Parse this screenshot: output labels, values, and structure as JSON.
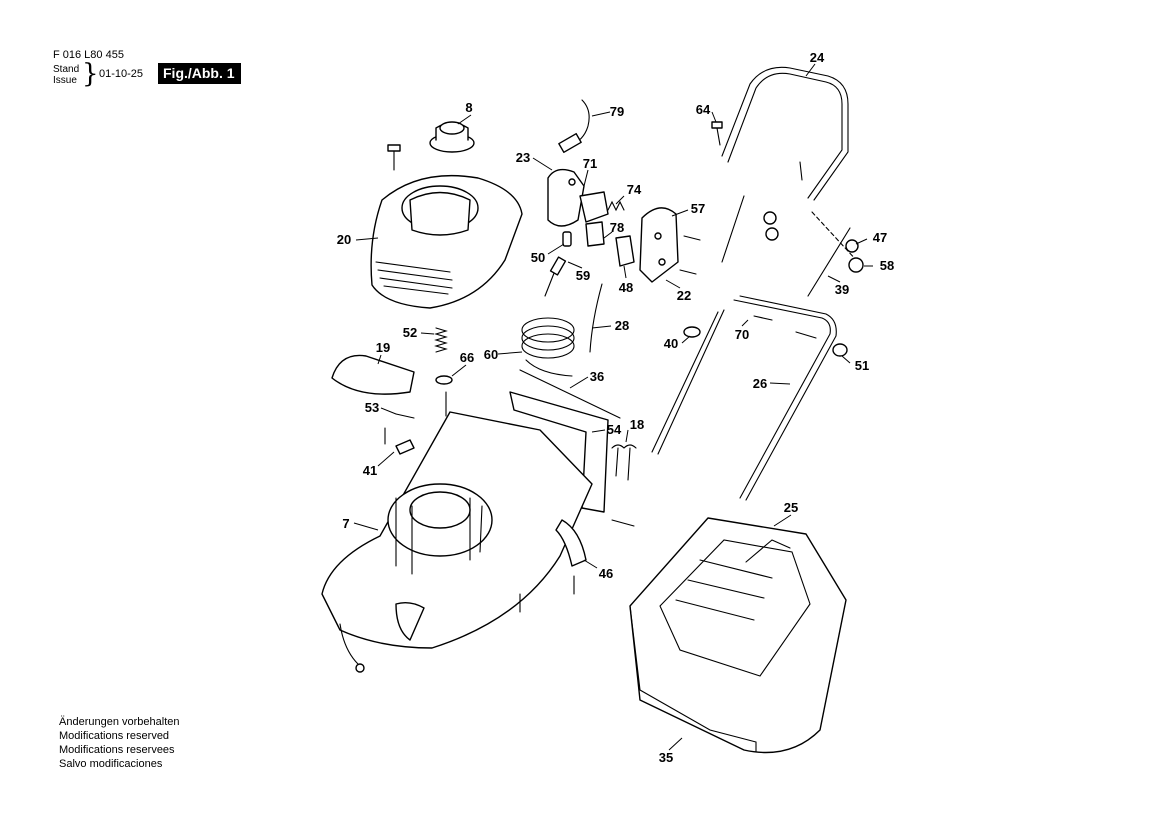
{
  "header": {
    "doc_code": "F 016 L80 455",
    "stand_label": "Stand",
    "issue_label": "Issue",
    "date": "01-10-25",
    "figure_label": "Fig./Abb. 1"
  },
  "notes": [
    "Änderungen vorbehalten",
    "Modifications reserved",
    "Modifications reservees",
    "Salvo modificaciones"
  ],
  "parts": [
    "8",
    "79",
    "64",
    "24",
    "23",
    "71",
    "74",
    "57",
    "20",
    "50",
    "78",
    "47",
    "58",
    "59",
    "48",
    "22",
    "39",
    "52",
    "28",
    "19",
    "60",
    "70",
    "40",
    "51",
    "66",
    "36",
    "26",
    "53",
    "18",
    "54",
    "41",
    "7",
    "25",
    "46",
    "35"
  ]
}
